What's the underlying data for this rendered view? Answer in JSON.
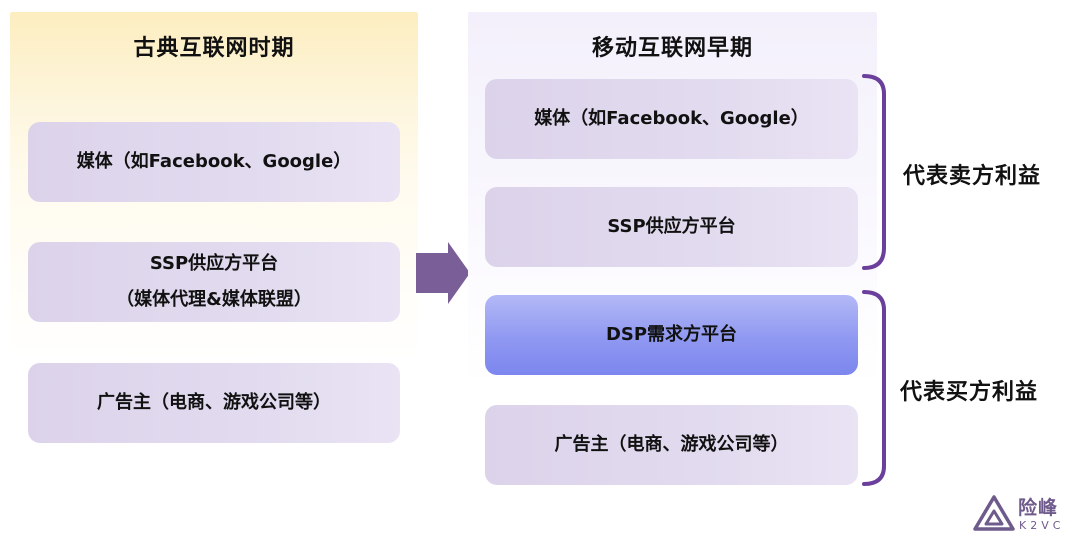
{
  "left_column": {
    "title": "古典互联网时期",
    "boxes": [
      {
        "lines": [
          "媒体（如Facebook、Google）"
        ]
      },
      {
        "lines": [
          "SSP供应方平台",
          "（媒体代理&媒体联盟）"
        ]
      },
      {
        "lines": [
          "广告主（电商、游戏公司等）"
        ]
      }
    ]
  },
  "right_column": {
    "title": "移动互联网早期",
    "boxes": [
      {
        "lines": [
          "媒体（如Facebook、Google）"
        ]
      },
      {
        "lines": [
          "SSP供应方平台"
        ]
      },
      {
        "lines": [
          "DSP需求方平台"
        ]
      },
      {
        "lines": [
          "广告主（电商、游戏公司等）"
        ]
      }
    ]
  },
  "brackets": {
    "seller": "代表卖方利益",
    "buyer": "代表买方利益"
  },
  "logo": {
    "cn": "险峰",
    "en": "K2VC"
  },
  "colors": {
    "arrow": "#7a5e98",
    "bracket": "#6b3f9c",
    "box": "#dfd8ed",
    "dsp_box": "#8b94f0",
    "logo": "#6f5a8c"
  }
}
